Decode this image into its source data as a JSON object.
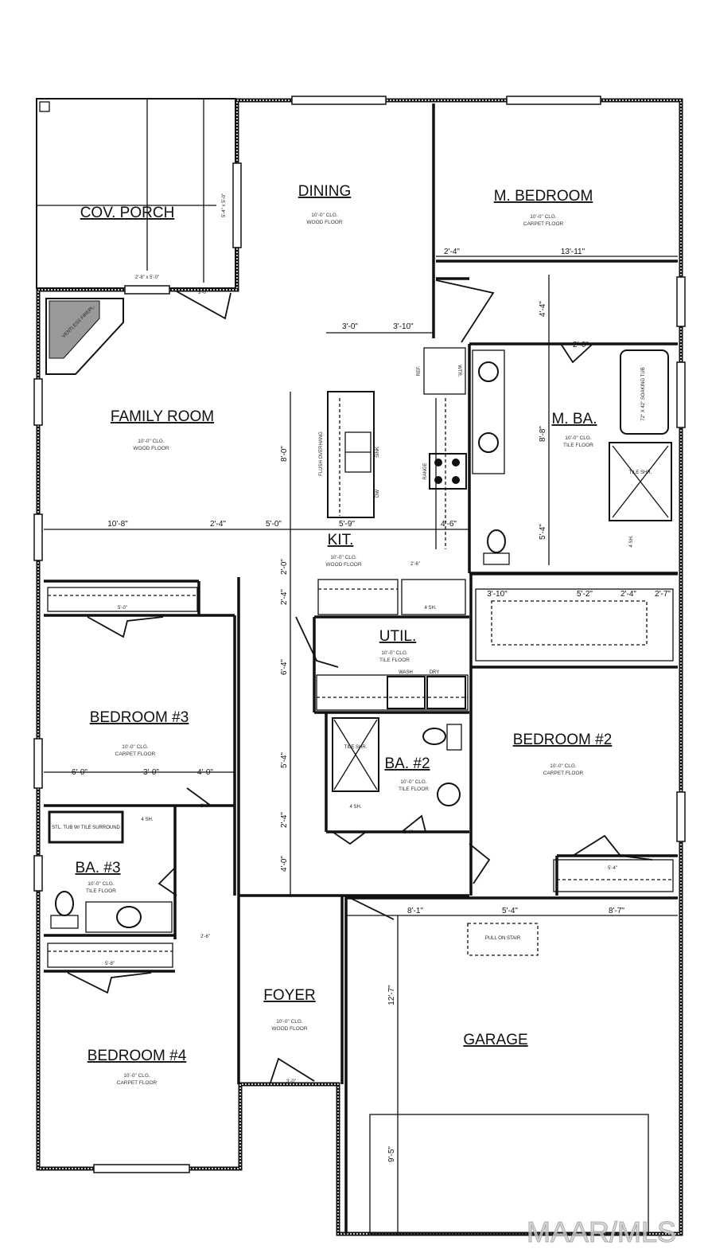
{
  "rooms": {
    "porch": {
      "name": "COV. PORCH"
    },
    "dining": {
      "name": "DINING",
      "ceiling": "10'-0\" CLG.",
      "floor": "WOOD FLOOR"
    },
    "master_bedroom": {
      "name": "M. BEDROOM",
      "ceiling": "10'-0\" CLG.",
      "floor": "CARPET FLOOR"
    },
    "family_room": {
      "name": "FAMILY ROOM",
      "ceiling": "10'-0\" CLG.",
      "floor": "WOOD FLOOR"
    },
    "master_bath": {
      "name": "M. BA.",
      "ceiling": "10'-0\" CLG.",
      "floor": "TILE FLOOR"
    },
    "kitchen": {
      "name": "KIT.",
      "ceiling": "10'-0\" CLG.",
      "floor": "WOOD FLOOR"
    },
    "utility": {
      "name": "UTIL.",
      "ceiling": "10'-0\" CLG.",
      "floor": "TILE FLOOR"
    },
    "bedroom3": {
      "name": "BEDROOM #3",
      "ceiling": "10'-0\" CLG.",
      "floor": "CARPET FLOOR"
    },
    "bath2": {
      "name": "BA. #2",
      "ceiling": "10'-0\" CLG.",
      "floor": "TILE FLOOR"
    },
    "bedroom2": {
      "name": "BEDROOM #2",
      "ceiling": "10'-0\" CLG.",
      "floor": "CARPET FLOOR"
    },
    "bath3": {
      "name": "BA. #3",
      "ceiling": "10'-0\" CLG.",
      "floor": "TILE FLOOR"
    },
    "bedroom4": {
      "name": "BEDROOM #4",
      "ceiling": "10'-0\" CLG.",
      "floor": "CARPET FLOOR"
    },
    "foyer": {
      "name": "FOYER",
      "ceiling": "10'-0\" CLG.",
      "floor": "WOOD FLOOR"
    },
    "garage": {
      "name": "GARAGE"
    }
  },
  "fixtures": {
    "fireplace": "VENTLESS FIREPL.",
    "overhang": "FLUSH OVERHANG",
    "sink": "SINK",
    "dw": "DW",
    "range": "RANGE",
    "ref": "REF.",
    "wtr": "WTR.",
    "tub": "72\" X 42\" SOAKING TUB",
    "shower": "TILE SHR.",
    "shelf": "4 SH.",
    "wash": "WASH",
    "dry": "DRY",
    "tub_surround": "STL. TUB W/ TILE SURROUND",
    "stair": "PULL ON STAIR",
    "porch_window": "2'-8\" x 5'-0\"",
    "porch_side_window": "5'-4\" x 5'-0\""
  },
  "dimensions": {
    "mb_a": "2'-4\"",
    "mb_b": "13'-11\"",
    "mb_c": "4'-4\"",
    "mba_a": "8'-8\"",
    "mba_b": "5'-4\"",
    "mba_door": "2'-0\"",
    "isl_a": "3'-0\"",
    "isl_b": "3'-10\"",
    "isl_c": "8'-0\"",
    "row_a": "10'-8\"",
    "row_b": "2'-4\"",
    "row_c": "5'-0\"",
    "row_d": "5'-9\"",
    "row_e": "4'-6\"",
    "cl_a": "3'-10\"",
    "cl_b": "5'-2\"",
    "cl_c": "2'-4\"",
    "cl_d": "2'-7\"",
    "b3_a": "6'-0\"",
    "b3_b": "3'-0\"",
    "b3_c": "4'-0\"",
    "h_a": "2'-0\"",
    "h_b": "2'-4\"",
    "h_c": "6'-4\"",
    "h_d": "5'-4\"",
    "h_e": "2'-4\"",
    "h_f": "4'-0\"",
    "g_a": "8'-1\"",
    "g_b": "5'-4\"",
    "g_c": "8'-7\"",
    "g_d": "12'-7\"",
    "g_e": "9'-5\"",
    "closet3": "5'-0\"",
    "closet4": "5'-8\"",
    "closet2": "5'-4\"",
    "door_porch": "3'-0\"",
    "door_front": "3'-0\"",
    "door_b3": "2'-6\"",
    "door_b4": "2'-6\"",
    "door_ba2": "2'-6\"",
    "door_util": "2'-6\""
  },
  "watermark": "MAAR/MLS"
}
